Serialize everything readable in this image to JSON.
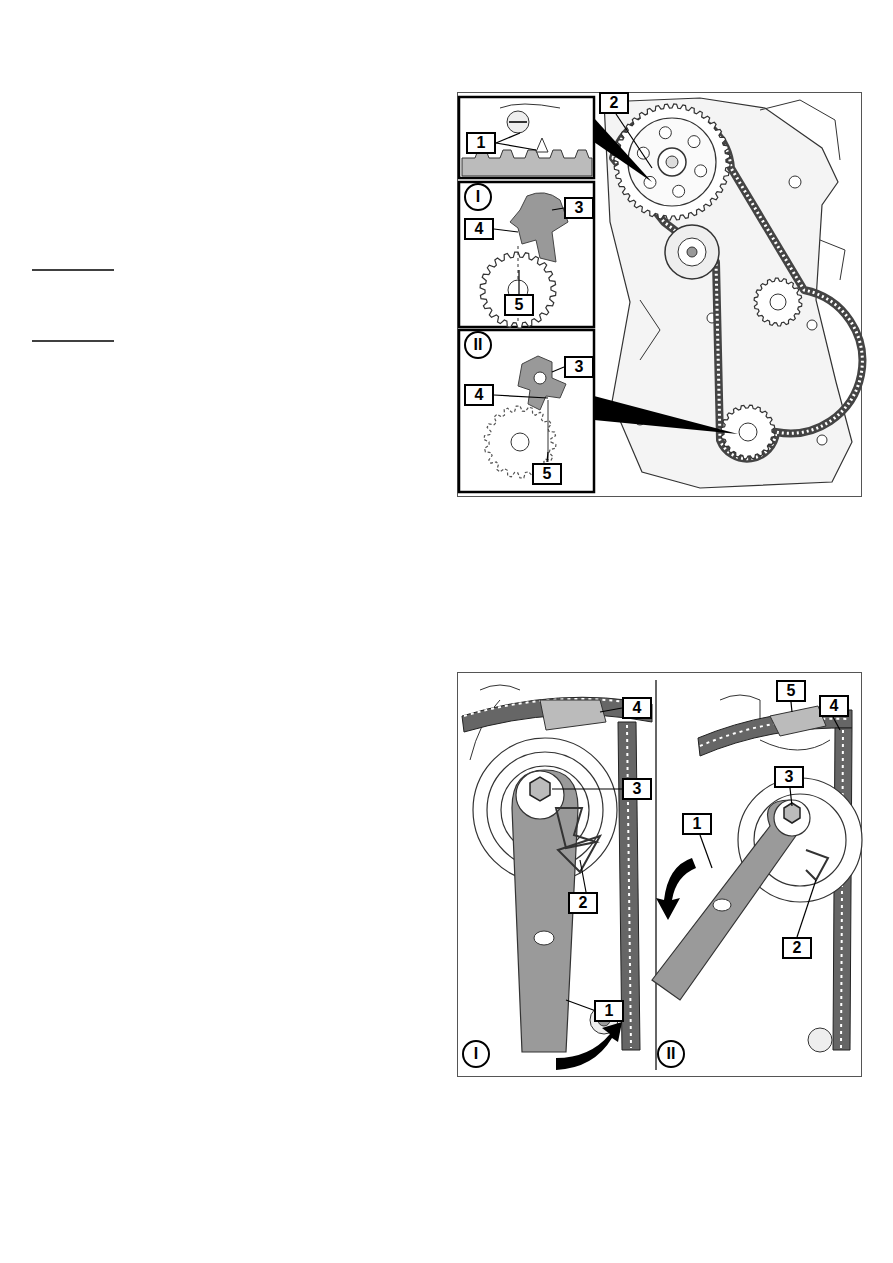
{
  "diagram": {
    "labels": [
      "1",
      "2",
      "I",
      "3",
      "4",
      "5",
      "II",
      "3",
      "4",
      "5",
      "4",
      "3",
      "2",
      "1",
      "I",
      "5",
      "4",
      "3",
      "1",
      "2",
      "II"
    ]
  }
}
